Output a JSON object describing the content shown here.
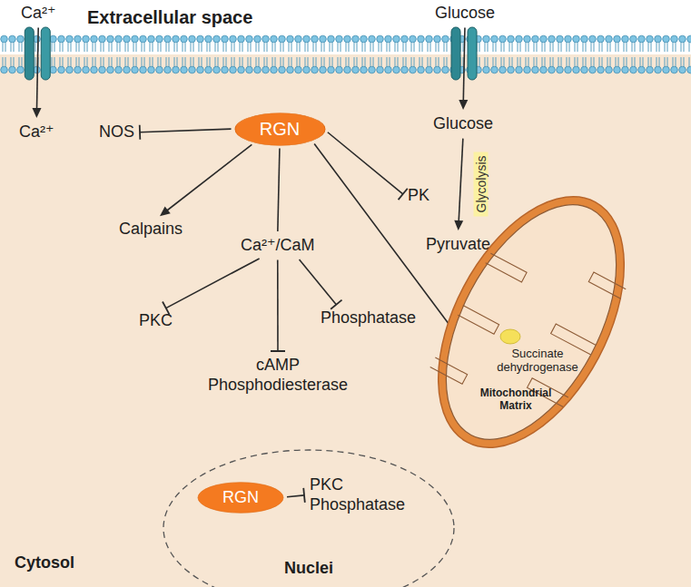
{
  "diagram": {
    "nodes": [
      {
        "text": [
          "Ca²⁺"
        ]
      },
      {
        "text": [
          "Glucose"
        ]
      },
      {
        "text": [
          "Ca²⁺"
        ]
      },
      {
        "text": [
          "RGN"
        ]
      },
      {
        "text": [
          "NOS"
        ]
      },
      {
        "text": [
          "Glucose"
        ]
      },
      {
        "text": [
          "PK"
        ]
      },
      {
        "text": [
          "Pyruvate"
        ]
      },
      {
        "text": [
          "Calpains"
        ]
      },
      {
        "text": [
          "Ca²⁺/CaM"
        ]
      },
      {
        "text": [
          "Succinate dehydrogenase",
          "Mitochondrial Matrix"
        ]
      },
      {
        "text": [
          "PKC"
        ]
      },
      {
        "text": [
          "Phosphatase"
        ]
      },
      {
        "text": [
          "cAMP Phosphodiesterase"
        ]
      },
      {
        "text": [
          "Nuclei"
        ]
      },
      {
        "text": [
          "RGN"
        ],
        "in": 14
      },
      {
        "text": [
          "PKC",
          "Phosphatase"
        ],
        "in": 14
      }
    ],
    "edges": [
      {
        "from": 0,
        "to": 2,
        "arrow": "to"
      },
      {
        "from": 1,
        "to": 5,
        "arrow": "to"
      },
      {
        "from": 5,
        "to": 7,
        "label": "Glycolysis",
        "arrow": "to"
      },
      {
        "from": 3,
        "to": 4,
        "arrow": "to"
      },
      {
        "from": 3,
        "to": 8,
        "arrow": "to"
      },
      {
        "from": 3,
        "to": 9,
        "arrow": "none"
      },
      {
        "from": 3,
        "to": 6,
        "arrow": "to"
      },
      {
        "from": 3,
        "to": 10,
        "arrow": "to"
      },
      {
        "from": 9,
        "to": 11,
        "arrow": "to"
      },
      {
        "from": 9,
        "to": 13,
        "arrow": "to"
      },
      {
        "from": 9,
        "to": 12,
        "arrow": "to"
      },
      {
        "from": 15,
        "to": 16,
        "arrow": "to"
      }
    ],
    "labels": [
      "Extracellular space",
      "Cytosol"
    ]
  }
}
